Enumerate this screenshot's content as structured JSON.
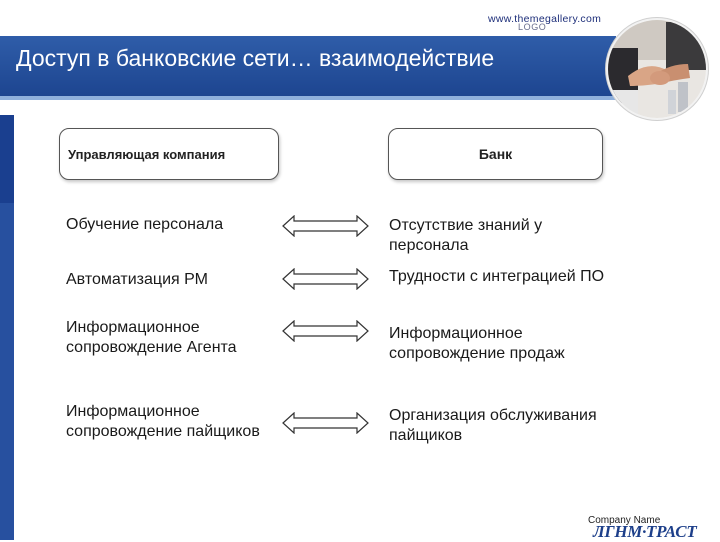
{
  "header": {
    "url": "www.themegallery.com",
    "url_ghost": "LOGO",
    "title": "Доступ в банковские сети… взаимодействие"
  },
  "columns": {
    "left_header": "Управляющая компания",
    "right_header": "Банк"
  },
  "rows": [
    {
      "left": "Обучение персонала",
      "right": "Отсутствие знаний у персонала"
    },
    {
      "left": "Автоматизация РМ",
      "right": "Трудности с интеграцией ПО"
    },
    {
      "left": "Информационное сопровождение Агента",
      "right": "Информационное сопровождение продаж"
    },
    {
      "left": "Информационное сопровождение пайщиков",
      "right": "Организация обслуживания пайщиков"
    }
  ],
  "footer": {
    "company_name": "Company Name",
    "logo_text": "ЛГНМ·ТРАСТ"
  },
  "colors": {
    "banner": "#2f5da9",
    "sidebar": "#1a3f8f"
  },
  "icons": [
    "double-arrow-icon",
    "handshake-photo"
  ]
}
